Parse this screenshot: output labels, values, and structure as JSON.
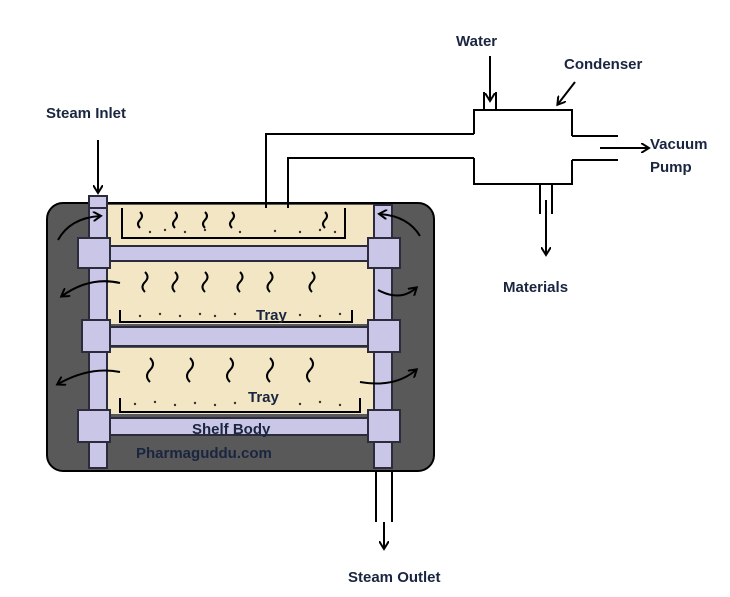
{
  "labels": {
    "water": "Water",
    "condenser": "Condenser",
    "steam_inlet": "Steam Inlet",
    "vacuum": "Vacuum",
    "pump": "Pump",
    "materials": "Materials",
    "tray_upper": "Tray",
    "tray_lower": "Tray",
    "shelf_body": "Shelf Body",
    "steam_outlet": "Steam Outlet",
    "watermark": "Pharmaguddu.com"
  },
  "colors": {
    "chamber": "#595959",
    "tray_fill": "#f2e6c4",
    "shelf": "#c9c6e8",
    "shelf_stroke": "#2b2b3c",
    "label": "#1a2540"
  }
}
